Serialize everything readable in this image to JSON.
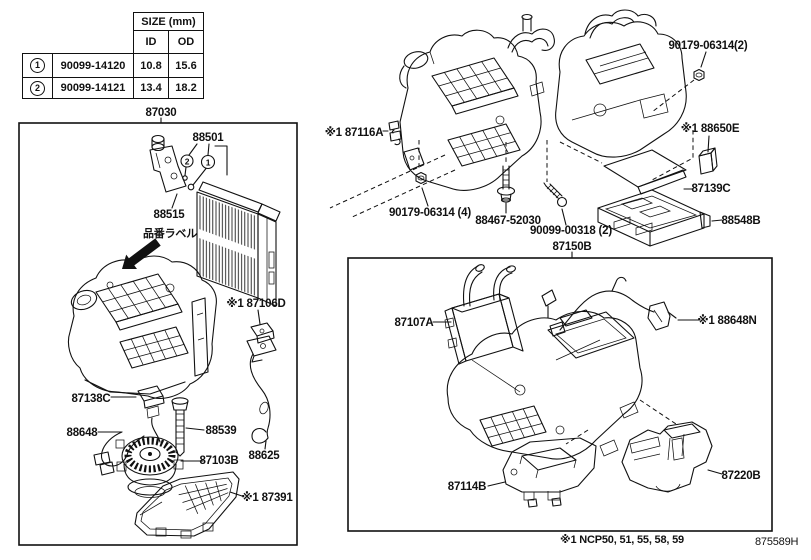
{
  "colors": {
    "ink": "#111111",
    "background": "#ffffff"
  },
  "size_table": {
    "title": "SIZE (mm)",
    "columns": {
      "id": "ID",
      "od": "OD"
    },
    "rows": [
      {
        "ref": "1",
        "part_number": "90099-14120",
        "id": "10.8",
        "od": "15.6"
      },
      {
        "ref": "2",
        "part_number": "90099-14121",
        "id": "13.4",
        "od": "18.2"
      }
    ]
  },
  "assemblies": {
    "cooling_unit_box": "87030",
    "heater_unit_box": "87150B"
  },
  "parts": {
    "p88501": "88501",
    "p88515": "88515",
    "p87106d": "※1 87106D",
    "p87138c": "87138C",
    "p88648": "88648",
    "p88539": "88539",
    "p87103b": "87103B",
    "p88625": "88625",
    "p87391": "※1 87391",
    "p87116a": "※1 87116A",
    "p90179_06314_2": "90179-06314(2)",
    "p88650e": "※1 88650E",
    "p87139c": "87139C",
    "p88548b": "88548B",
    "p90179_06314_4": "90179-06314 (4)",
    "p88467_52030": "88467-52030",
    "p90099_00318_2": "90099-00318 (2)",
    "p87107a": "87107A",
    "p88648n": "※1 88648N",
    "p87114b": "87114B",
    "p87220b": "87220B"
  },
  "callouts": {
    "c1": "1",
    "c2": "2"
  },
  "annotations": {
    "label_note_jp": "品番ラベル",
    "footnote": "※1 NCP50, 51, 55, 58, 59",
    "doc_code": "875589H"
  }
}
